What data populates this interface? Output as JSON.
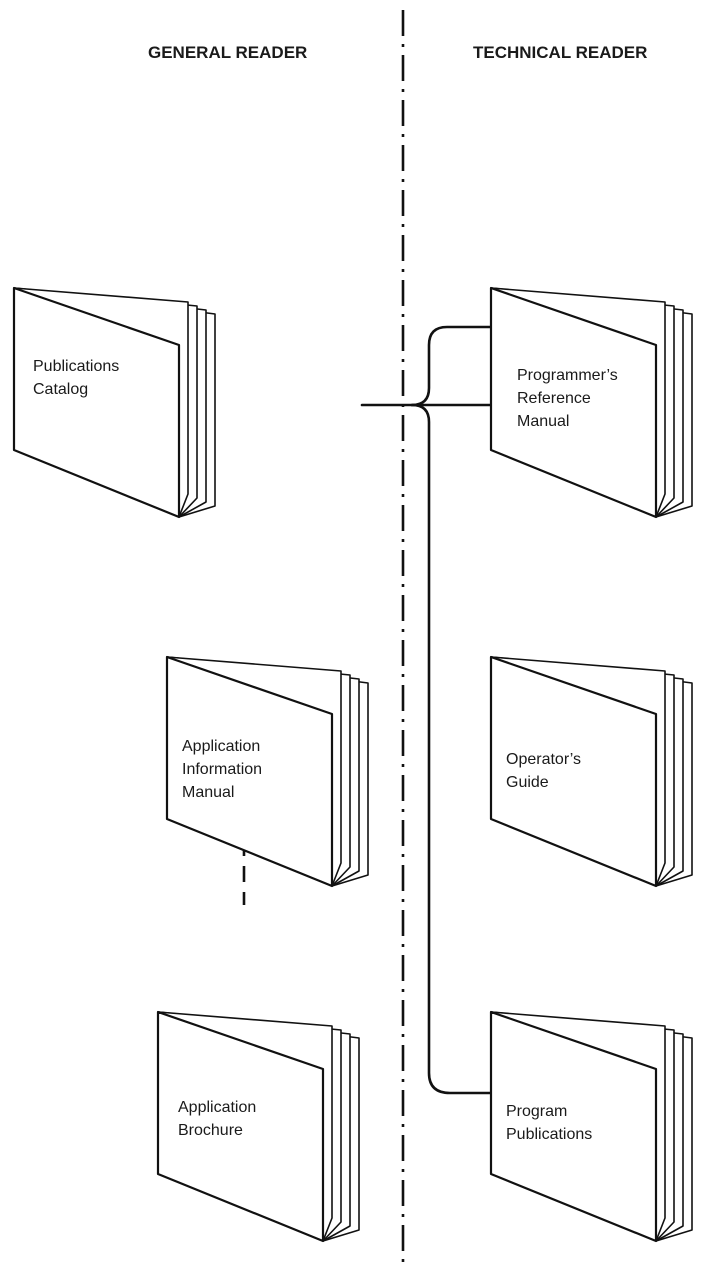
{
  "headers": {
    "general_reader": "GENERAL READER",
    "technical_reader": "TECHNICAL READER"
  },
  "books": {
    "publications_catalog": [
      "Publications",
      "Catalog"
    ],
    "application_information_manual": [
      "Application",
      "Information",
      "Manual"
    ],
    "application_brochure": [
      "Application",
      "Brochure"
    ],
    "programmers_reference_manual": [
      "Programmer’s",
      "Reference",
      "Manual"
    ],
    "operators_guide": [
      "Operator’s",
      "Guide"
    ],
    "program_publications": [
      "Program",
      "Publications"
    ]
  }
}
